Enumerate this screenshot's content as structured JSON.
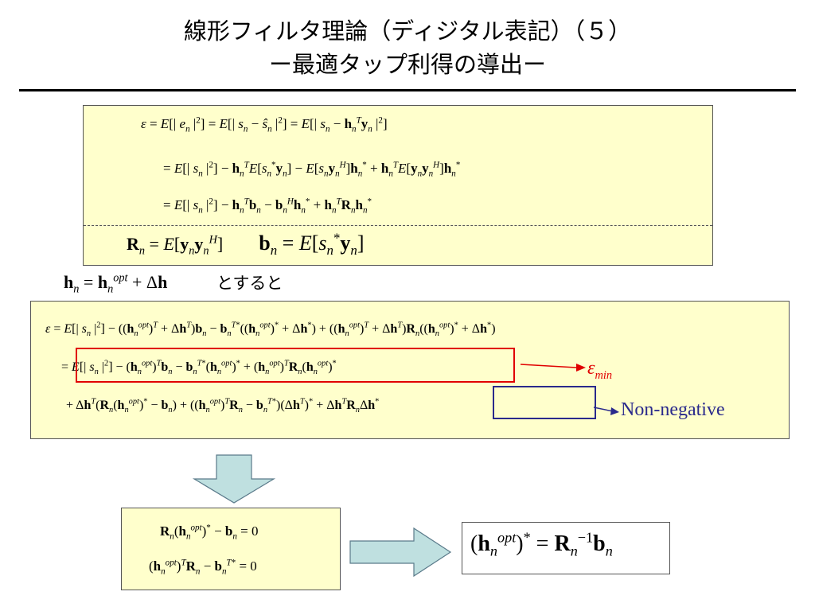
{
  "slide": {
    "title_line1": "線形フィルタ理論（ディジタル表記）（５）",
    "title_line2": "ー最適タップ利得の導出ー",
    "substitution_text": "とすると",
    "min_label": "ε",
    "min_subscript": "min",
    "nonneg_label": "Non-negative"
  },
  "colors": {
    "box_fill": "#ffffcc",
    "arrow_fill": "#bfe0e0",
    "red": "#e00000",
    "blue": "#2a2a8c"
  }
}
